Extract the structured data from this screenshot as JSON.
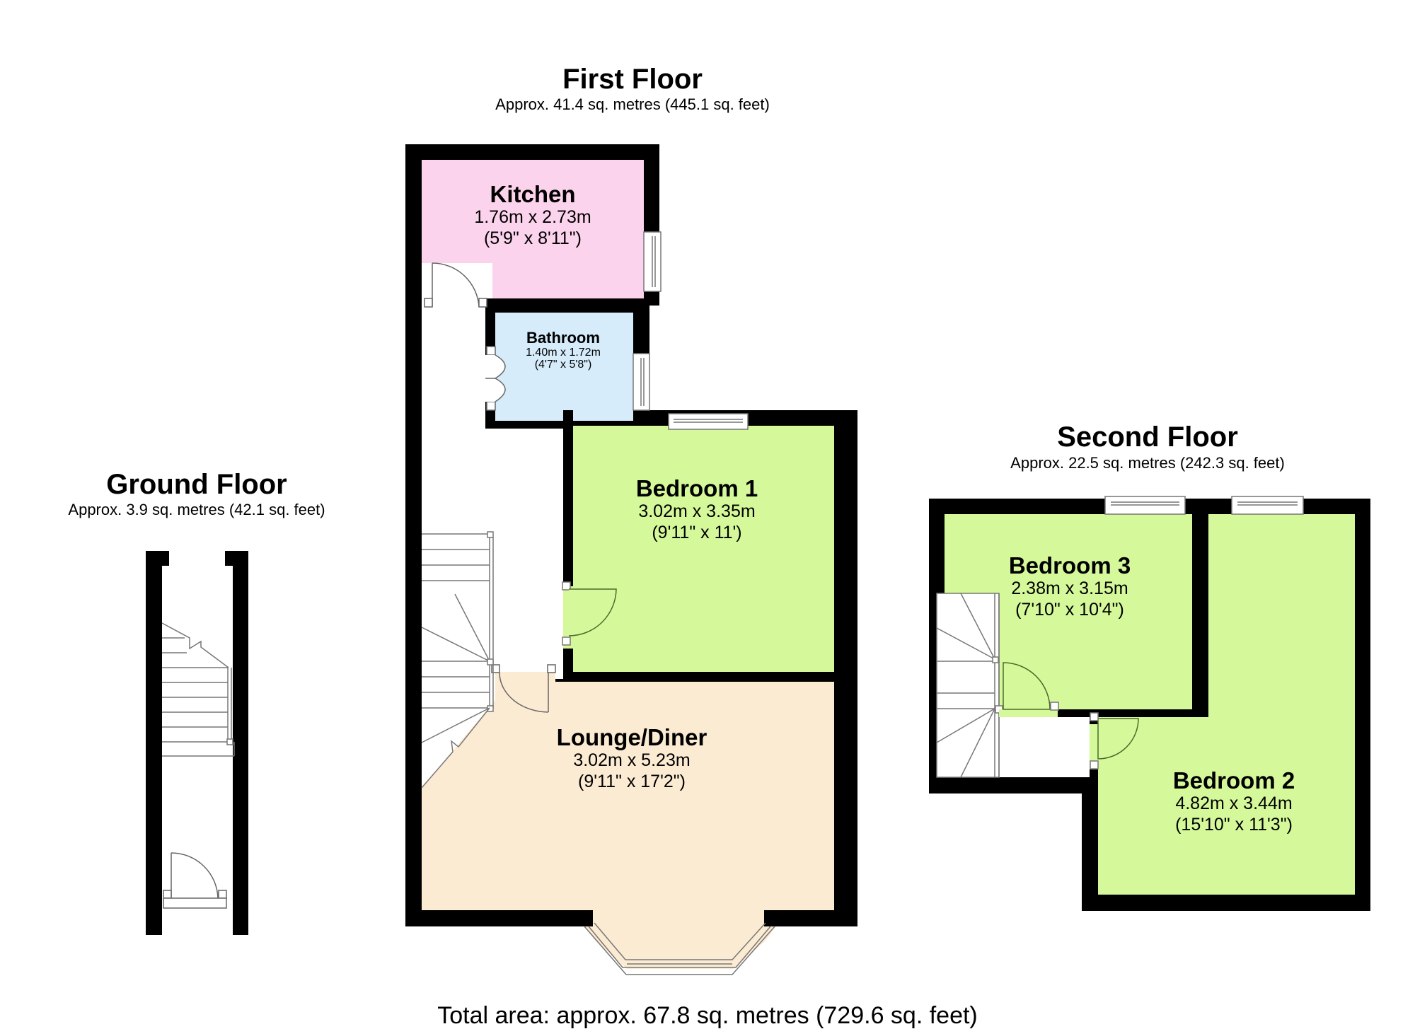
{
  "ground_floor": {
    "title": "Ground Floor",
    "area": "Approx. 3.9 sq. metres (42.1 sq. feet)"
  },
  "first_floor": {
    "title": "First Floor",
    "area": "Approx. 41.4 sq. metres (445.1 sq. feet)",
    "rooms": [
      {
        "name": "Kitchen",
        "metric": "1.76m x 2.73m",
        "imperial": "(5'9\" x 8'11\")",
        "color": "#fcd3ec"
      },
      {
        "name": "Bathroom",
        "metric": "1.40m x 1.72m",
        "imperial": "(4'7\" x 5'8\")",
        "color": "#d6ecfb"
      },
      {
        "name": "Bedroom 1",
        "metric": "3.02m x 3.35m",
        "imperial": "(9'11\" x 11')",
        "color": "#d5f99a"
      },
      {
        "name": "Lounge/Diner",
        "metric": "3.02m x 5.23m",
        "imperial": "(9'11\" x 17'2\")",
        "color": "#fcebd3"
      }
    ]
  },
  "second_floor": {
    "title": "Second Floor",
    "area": "Approx. 22.5 sq. metres (242.3 sq. feet)",
    "rooms": [
      {
        "name": "Bedroom 3",
        "metric": "2.38m x 3.15m",
        "imperial": "(7'10\" x 10'4\")",
        "color": "#d5f99a"
      },
      {
        "name": "Bedroom 2",
        "metric": "4.82m x 3.44m",
        "imperial": "(15'10\" x 11'3\")",
        "color": "#d5f99a"
      }
    ]
  },
  "total_area": "Total area: approx. 67.8 sq. metres (729.6 sq. feet)",
  "colors": {
    "wall": "#000000",
    "hallway": "#ffffff",
    "fixture_line": "#777777",
    "door_arc": "#4a6b2a"
  }
}
